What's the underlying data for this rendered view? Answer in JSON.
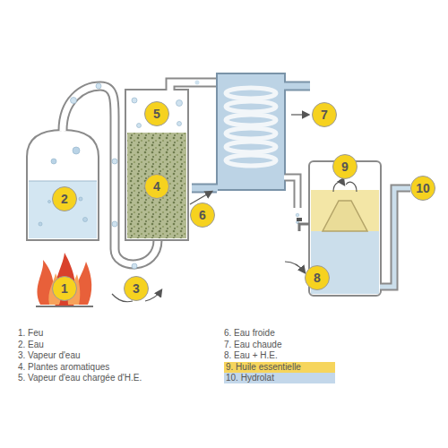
{
  "diagram": {
    "nodes": [
      {
        "text": [
          "1"
        ]
      },
      {
        "text": [
          "2"
        ]
      },
      {
        "text": [
          "3"
        ]
      },
      {
        "text": [
          "4"
        ]
      },
      {
        "text": [
          "5"
        ]
      },
      {
        "text": [
          "6"
        ]
      },
      {
        "text": [
          "7"
        ]
      },
      {
        "text": [
          "8"
        ]
      },
      {
        "text": [
          "9"
        ]
      },
      {
        "text": [
          "10"
        ]
      }
    ],
    "legend": [
      {
        "text": "1. Feu"
      },
      {
        "text": "2. Eau"
      },
      {
        "text": "3. Vapeur d'eau"
      },
      {
        "text": "4. Plantes aromatiques"
      },
      {
        "text": "5. Vapeur d'eau chargée d'H.E."
      },
      {
        "text": "6. Eau froide"
      },
      {
        "text": "7. Eau chaude"
      },
      {
        "text": "8. Eau + H.E."
      },
      {
        "text": "9. Huile essentielle",
        "color": "#f6d55c"
      },
      {
        "text": "10. Hydrolat",
        "color": "#c3d7ea"
      }
    ]
  }
}
